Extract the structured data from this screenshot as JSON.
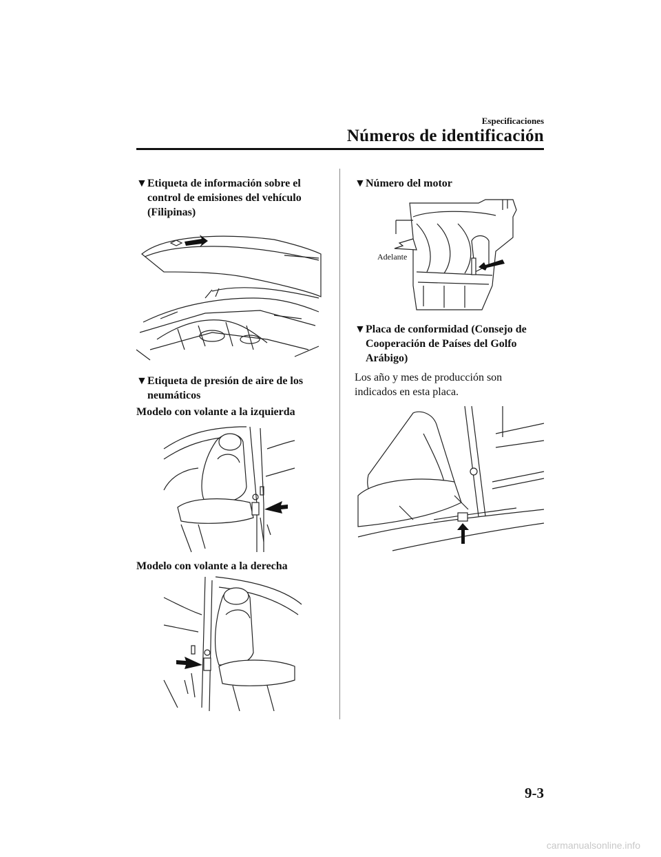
{
  "header": {
    "section": "Especificaciones",
    "title": "Números de identificación"
  },
  "left": {
    "sec1": {
      "marker": "▼",
      "lines": [
        "Etiqueta de información sobre el",
        "control de emisiones del vehículo",
        "(Filipinas)"
      ]
    },
    "sec2": {
      "marker": "▼",
      "lines": [
        "Etiqueta de presión de aire de los",
        "neumáticos"
      ]
    },
    "lhd_label": "Modelo con volante a la izquierda",
    "rhd_label": "Modelo con volante a la derecha"
  },
  "right": {
    "sec3": {
      "marker": "▼",
      "lines": [
        "Número del motor"
      ]
    },
    "engine_label": "Adelante",
    "sec4": {
      "marker": "▼",
      "lines": [
        "Placa de conformidad (Consejo de",
        "Cooperación de Países del Golfo",
        "Arábigo)"
      ]
    },
    "body": [
      "Los año y mes de producción son",
      "indicados en esta placa."
    ]
  },
  "page_number": "9-3",
  "footer": "carmanualsonline.info"
}
